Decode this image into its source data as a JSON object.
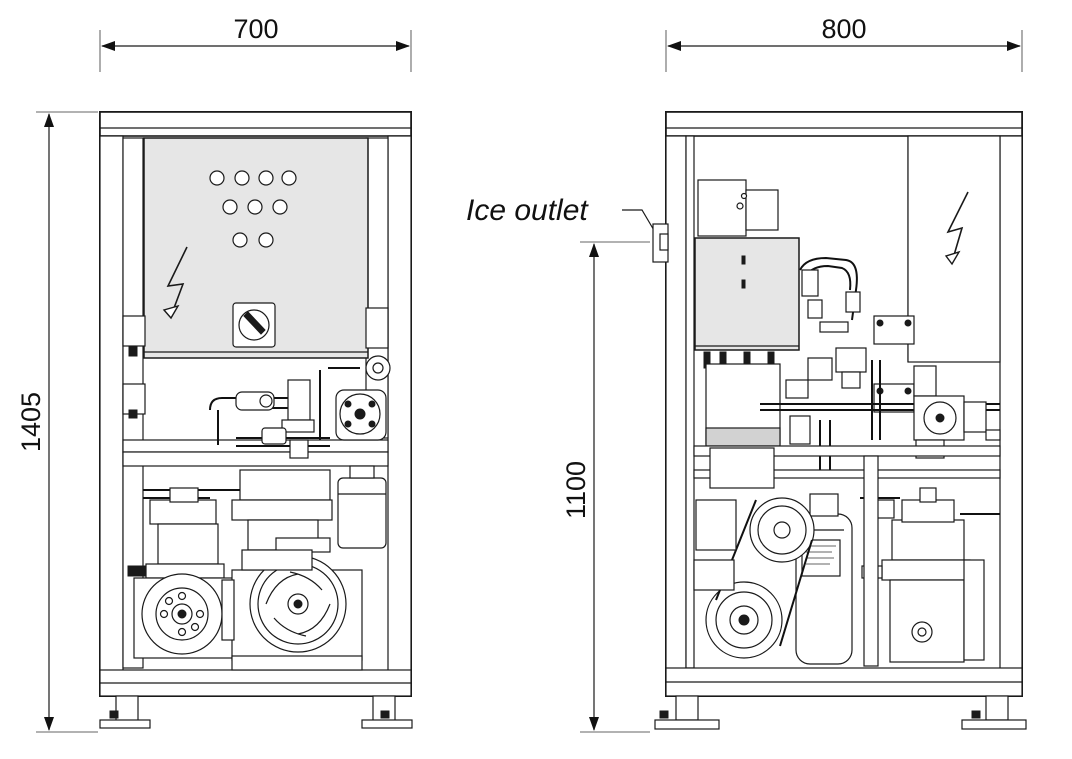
{
  "dimensions": {
    "front_width": "700",
    "side_width": "800",
    "overall_height": "1405",
    "outlet_height": "1100"
  },
  "callouts": {
    "ice_outlet": "Ice outlet"
  },
  "colors": {
    "line": "#1a1a1a",
    "panel_fill": "#e6e6e6",
    "background": "#ffffff"
  },
  "icons": [
    "high-voltage-warning-icon",
    "main-switch-icon"
  ]
}
